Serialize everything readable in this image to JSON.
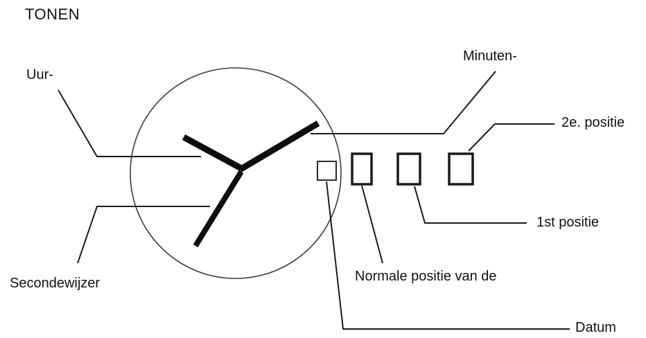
{
  "title": "TONEN",
  "labels": {
    "hour_hand": "Uur-",
    "minute_hand": "Minuten-",
    "second_position": "2e. positie",
    "first_position": "1st positie",
    "normal_position": "Normale positie van de",
    "second_hand": "Secondewijzer",
    "date": "Datum"
  },
  "colors": {
    "line": "#1a1a1a",
    "hand": "#0d0d0d",
    "background": "#ffffff"
  }
}
